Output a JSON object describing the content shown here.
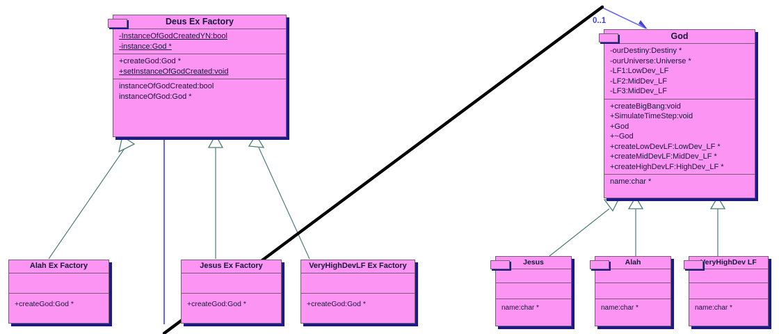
{
  "diagram": {
    "type": "uml-class-diagram",
    "background": "#ffffff",
    "class_fill": "#FB94F2",
    "class_border": "#7A5A78",
    "shadow_color": "#1A1A8C",
    "inheritance_color": "#4A7C78",
    "association_color": "#4040E8",
    "freehand_color": "#000000"
  },
  "classes": {
    "deus_ex_factory": {
      "name": "Deus Ex Factory",
      "attributes": [
        {
          "text": "-InstanceOfGodCreatedYN:bool",
          "static": true
        },
        {
          "text": "-instance:God *",
          "static": true
        }
      ],
      "operations": [
        {
          "text": "+createGod:God *",
          "static": false
        },
        {
          "text": "+setInstanceOfGodCreated:void",
          "static": true
        }
      ],
      "properties": [
        {
          "text": "instanceOfGodCreated:bool",
          "static": false
        },
        {
          "text": "instanceOfGod:God *",
          "static": false
        }
      ]
    },
    "god": {
      "name": "God",
      "attributes": [
        {
          "text": "-ourDestiny:Destiny *",
          "static": false
        },
        {
          "text": "-ourUniverse:Universe *",
          "static": false
        },
        {
          "text": "-LF1:LowDev_LF",
          "static": false
        },
        {
          "text": "-LF2:MidDev_LF",
          "static": false
        },
        {
          "text": "-LF3:MidDev_LF",
          "static": false
        }
      ],
      "operations": [
        {
          "text": "+createBigBang:void",
          "static": false
        },
        {
          "text": "+SimulateTimeStep:void",
          "static": false
        },
        {
          "text": "+God",
          "static": false
        },
        {
          "text": "+~God",
          "static": false
        },
        {
          "text": "+createLowDevLF:LowDev_LF *",
          "static": false
        },
        {
          "text": "+createMidDevLF:MidDev_LF *",
          "static": false
        },
        {
          "text": "+createHighDevLF:HighDev_LF *",
          "static": false
        }
      ],
      "properties": [
        {
          "text": "name:char *",
          "static": false
        }
      ]
    },
    "alah_ex_factory": {
      "name": "Alah Ex Factory",
      "attributes": [],
      "operations": [
        {
          "text": "+createGod:God *",
          "static": false
        }
      ]
    },
    "jesus_ex_factory": {
      "name": "Jesus Ex Factory",
      "attributes": [],
      "operations": [
        {
          "text": "+createGod:God *",
          "static": false
        }
      ]
    },
    "veryhighdevlf_ex_factory": {
      "name": "VeryHighDevLF Ex Factory",
      "attributes": [],
      "operations": [
        {
          "text": "+createGod:God *",
          "static": false
        }
      ]
    },
    "jesus": {
      "name": "Jesus",
      "attributes": [],
      "operations": [],
      "properties": [
        {
          "text": "name:char *",
          "static": false
        }
      ]
    },
    "alah": {
      "name": "Alah",
      "attributes": [],
      "operations": [],
      "properties": [
        {
          "text": "name:char *",
          "static": false
        }
      ]
    },
    "veryhighdev_lf": {
      "name": "VeryHighDev LF",
      "attributes": [],
      "operations": [],
      "properties": [
        {
          "text": "name:char *",
          "static": false
        }
      ]
    }
  },
  "labels": {
    "multiplicity_0_1": "0..1"
  },
  "relationships": [
    {
      "kind": "generalization",
      "from": "alah_ex_factory",
      "to": "deus_ex_factory"
    },
    {
      "kind": "generalization",
      "from": "jesus_ex_factory",
      "to": "deus_ex_factory"
    },
    {
      "kind": "generalization",
      "from": "veryhighdevlf_ex_factory",
      "to": "deus_ex_factory"
    },
    {
      "kind": "generalization",
      "from": "jesus",
      "to": "god"
    },
    {
      "kind": "generalization",
      "from": "alah",
      "to": "god"
    },
    {
      "kind": "generalization",
      "from": "veryhighdev_lf",
      "to": "god"
    },
    {
      "kind": "association",
      "from": "deus_ex_factory",
      "to": "god",
      "multiplicity": "0..1"
    }
  ]
}
